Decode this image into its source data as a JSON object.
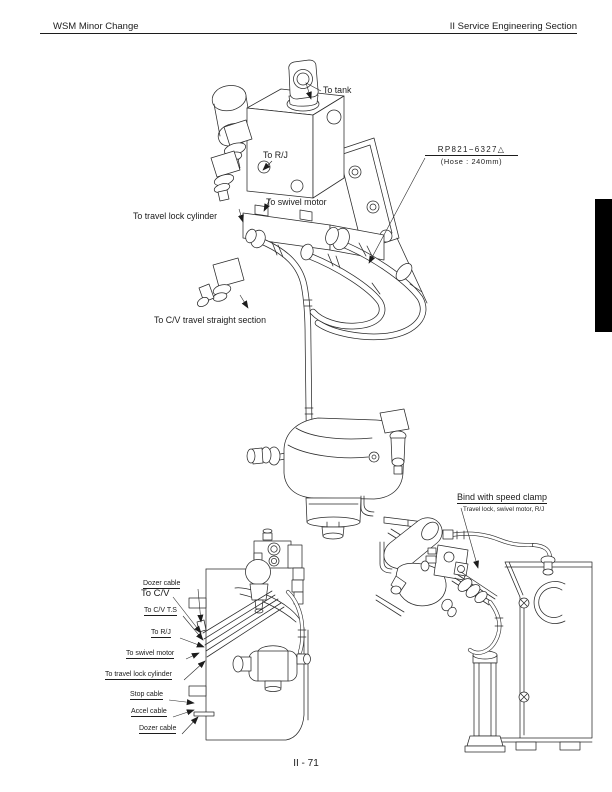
{
  "header": {
    "left_title": "WSM Minor Change",
    "right_title": "II Service Engineering Section"
  },
  "main_diagram": {
    "labels": {
      "to_tank": "To tank",
      "to_rj": "To R/J",
      "to_swivel_motor": "To swivel motor",
      "to_travel_lock_cylinder": "To travel lock cylinder",
      "to_cv_travel_straight": "To C/V travel straight section"
    },
    "part_callout": {
      "part_number": "RP821−6327△",
      "hose_spec": "(Hose : 240mm)"
    }
  },
  "cable_diagram": {
    "labels": [
      {
        "text": "Dozer cable"
      },
      {
        "text": "To C/V"
      },
      {
        "text": "To C/V T.S"
      },
      {
        "text": "To R/J"
      },
      {
        "text": "To swivel motor"
      },
      {
        "text": "To travel lock cylinder"
      },
      {
        "text": "Stop cable"
      },
      {
        "text": "Accel cable"
      },
      {
        "text": "Dozer cable"
      }
    ]
  },
  "clamp_diagram": {
    "title": "Bind with speed clamp",
    "subtitle": "Travel lock, swivel motor, R/J"
  },
  "footer": {
    "page_number": "II - 71"
  }
}
